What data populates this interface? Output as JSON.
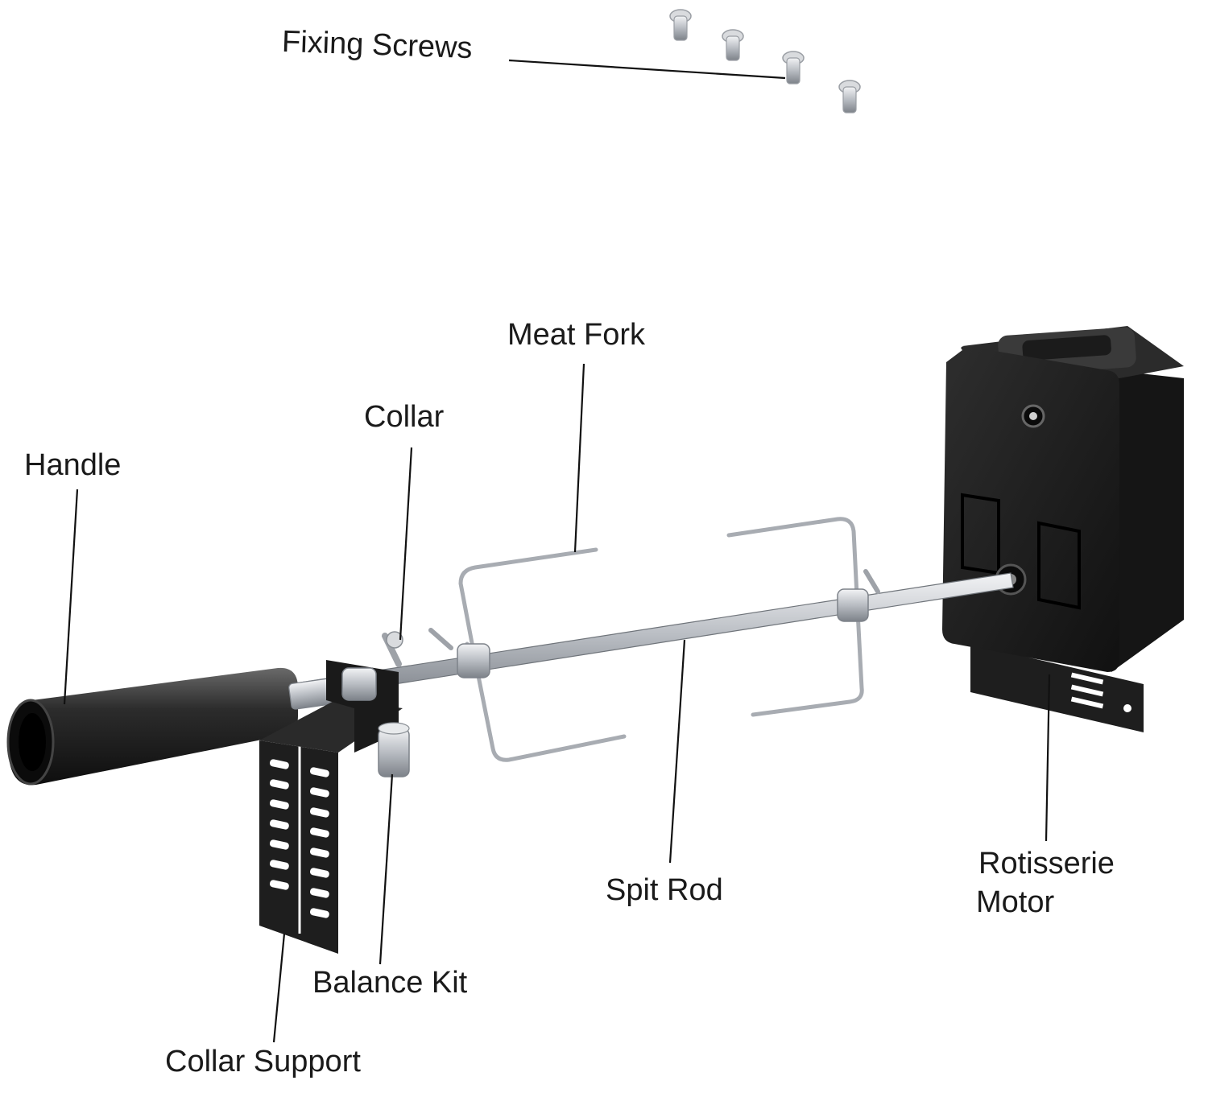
{
  "labels": {
    "fixing_screws": "Fixing Screws",
    "meat_fork": "Meat Fork",
    "collar": "Collar",
    "handle": "Handle",
    "spit_rod": "Spit Rod",
    "rotisserie_motor_line1": "Rotisserie",
    "rotisserie_motor_line2": "Motor",
    "balance_kit": "Balance Kit",
    "collar_support": "Collar Support"
  },
  "colors": {
    "leader_line": "#111111",
    "motor_body": "#1c1c1c",
    "steel": "#c9ccd0",
    "handle": "#2a2a2a",
    "bracket": "#1e1e1e"
  }
}
